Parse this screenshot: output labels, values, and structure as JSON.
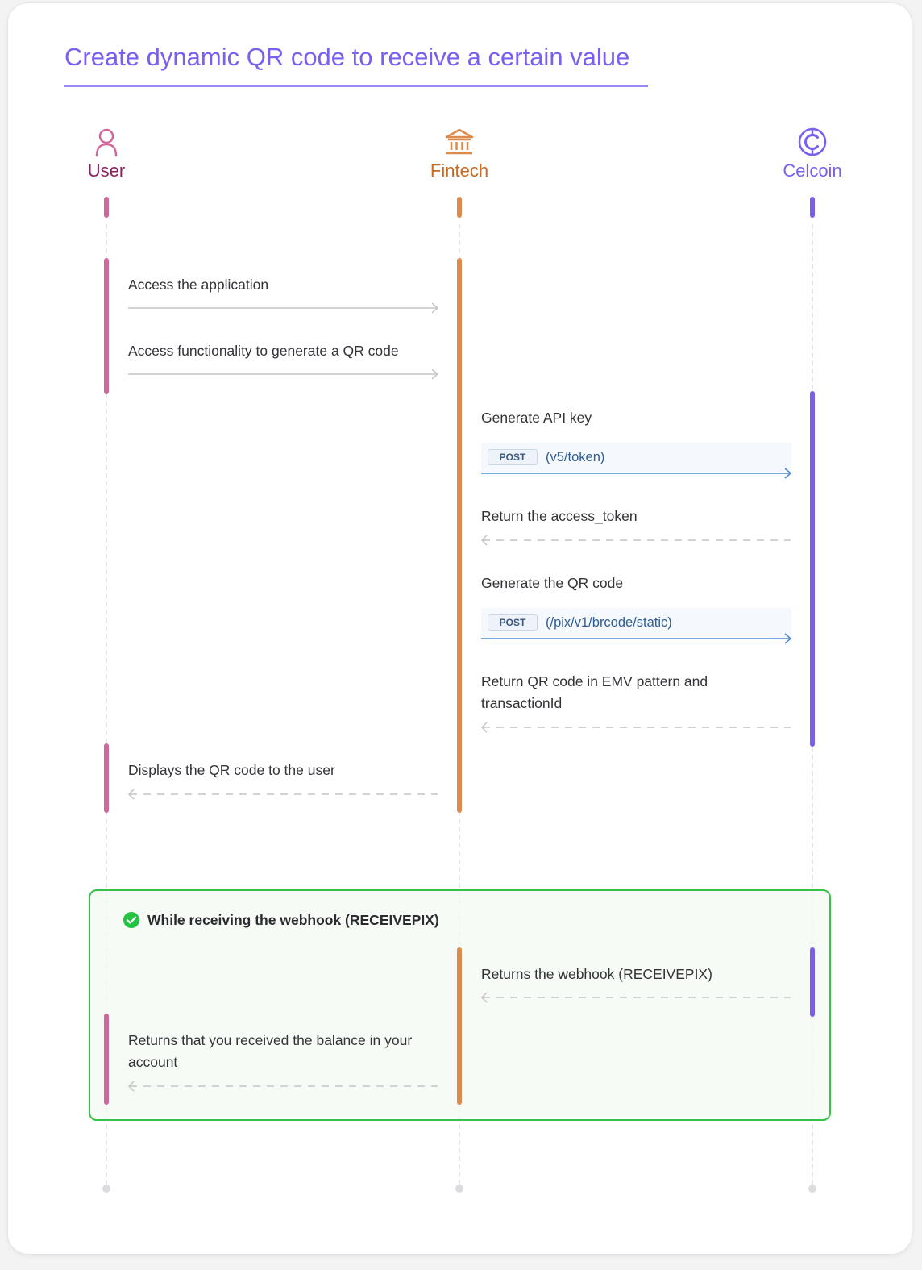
{
  "title": "Create dynamic QR code to receive a certain value",
  "actors": {
    "user": {
      "label": "User",
      "color": "#8a1f5c",
      "icon": "user-icon"
    },
    "fintech": {
      "label": "Fintech",
      "color": "#c86a22",
      "icon": "bank-icon"
    },
    "celcoin": {
      "label": "Celcoin",
      "color": "#7b5ff0",
      "icon": "celcoin-logo-icon"
    }
  },
  "messages": {
    "m1": "Access the application",
    "m2": "Access functionality to generate a QR code",
    "m3": "Generate API key",
    "m4": {
      "method": "POST",
      "path": "(v5/token)"
    },
    "m5": "Return the access_token",
    "m6": "Generate the QR code",
    "m7": {
      "method": "POST",
      "path": "(/pix/v1/brcode/static)"
    },
    "m8": "Return QR code in EMV pattern and transactionId",
    "m9": "Displays the QR code to the user"
  },
  "webhook_box": {
    "title": "While receiving the webhook (RECEIVEPIX)",
    "icon": "check-circle-icon",
    "m10": "Returns the webhook (RECEIVEPIX)",
    "m11": "Returns that you received the balance in your account"
  },
  "colors": {
    "title": "#7b5ff0",
    "user_activation": "#d1689c",
    "fintech_activation": "#dd8a4a",
    "celcoin_activation": "#7a5ee9",
    "request_arrow": "#4a8ad6",
    "box_border": "#35c24a"
  }
}
